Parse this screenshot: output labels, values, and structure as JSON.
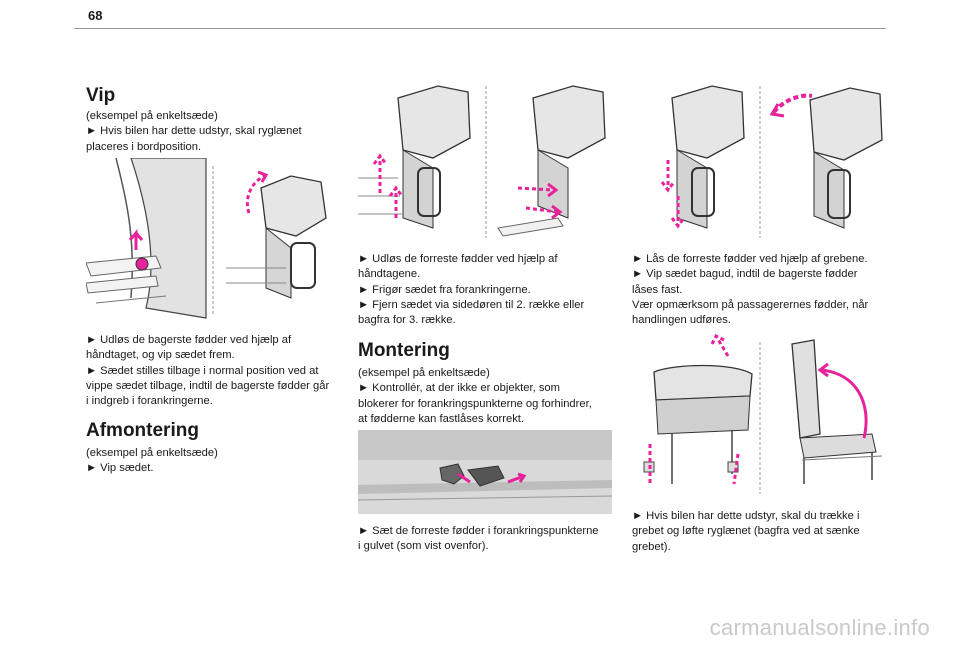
{
  "page_number": "68",
  "col1": {
    "vip_heading": "Vip",
    "vip_text": [
      "(eksempel på enkeltsæde)",
      "► Hvis bilen har dette udstyr, skal ryglænet",
      "placeres i bordposition."
    ],
    "vip_steps": [
      "► Udløs de bagerste fødder ved hjælp af",
      "håndtaget, og vip sædet frem.",
      "► Sædet stilles tilbage i normal position ved at",
      "vippe sædet tilbage, indtil de bagerste fødder går",
      "i indgreb i forankringerne."
    ],
    "afmontering_heading": "Afmontering",
    "afmontering_text": [
      "(eksempel på enkeltsæde)",
      "► Vip sædet."
    ]
  },
  "col2": {
    "steps": [
      "► Udløs de forreste fødder ved hjælp af",
      "håndtagene.",
      "► Frigør sædet fra forankringerne.",
      "► Fjern sædet via sidedøren til 2. række eller",
      "bagfra for 3. række."
    ],
    "montering_heading": "Montering",
    "montering_text": [
      "(eksempel på enkeltsæde)",
      "► Kontrollér, at der ikke er objekter, som",
      "blokerer for forankringspunkterne og forhindrer,",
      "at fødderne kan fastlåses korrekt."
    ],
    "montering_steps": [
      "► Sæt de forreste fødder i forankringspunkterne",
      "i gulvet (som vist ovenfor)."
    ]
  },
  "col3": {
    "steps": [
      "► Lås de forreste fødder ved hjælp af grebene.",
      "► Vip sædet bagud, indtil de bagerste fødder",
      "låses fast.",
      "Vær opmærksom på passagerernes fødder, når",
      "handlingen udføres."
    ],
    "final_steps": [
      "► Hvis bilen har dette udstyr, skal du trække i",
      "grebet og løfte ryglænet (bagfra ved at sænke",
      "grebet)."
    ]
  },
  "footer": "carmanualsonline.info",
  "colors": {
    "accent": "#e8229a",
    "line": "#333333",
    "gray": "#9a9a9a"
  }
}
